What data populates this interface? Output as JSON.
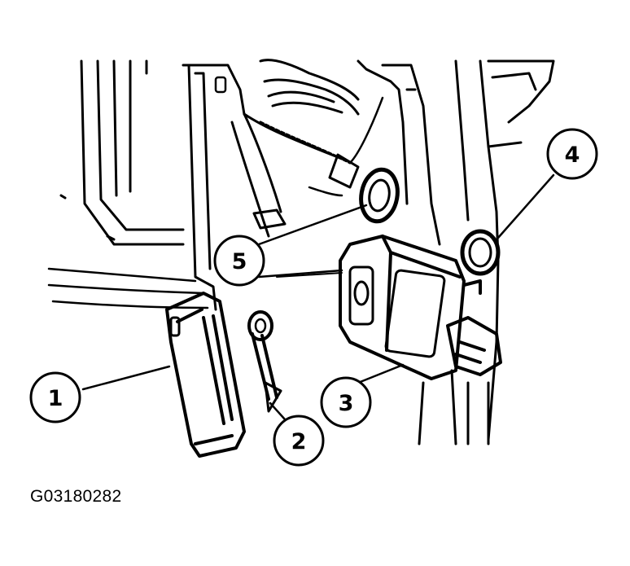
{
  "callouts": [
    {
      "id": "1",
      "label": "1"
    },
    {
      "id": "2",
      "label": "2"
    },
    {
      "id": "3",
      "label": "3"
    },
    {
      "id": "4",
      "label": "4"
    },
    {
      "id": "5",
      "label": "5"
    }
  ],
  "figure_code": "G03180282",
  "colors": {
    "ink": "#000000",
    "paper": "#ffffff"
  }
}
